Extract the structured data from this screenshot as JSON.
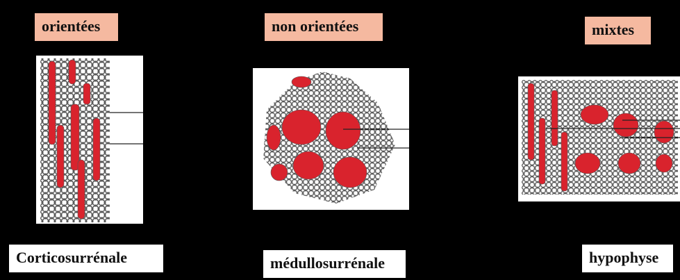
{
  "categories": {
    "oriented": "orientées",
    "non_oriented": "non orientées",
    "mixed": "mixtes"
  },
  "organs": {
    "left": "Corticosurrénale",
    "center": "médullosurrénale",
    "right": "hypophyse"
  },
  "colors": {
    "background": "#000000",
    "tag_fill": "#f5b9a0",
    "label_fill": "#ffffff",
    "vessel_red": "#d9232d"
  }
}
